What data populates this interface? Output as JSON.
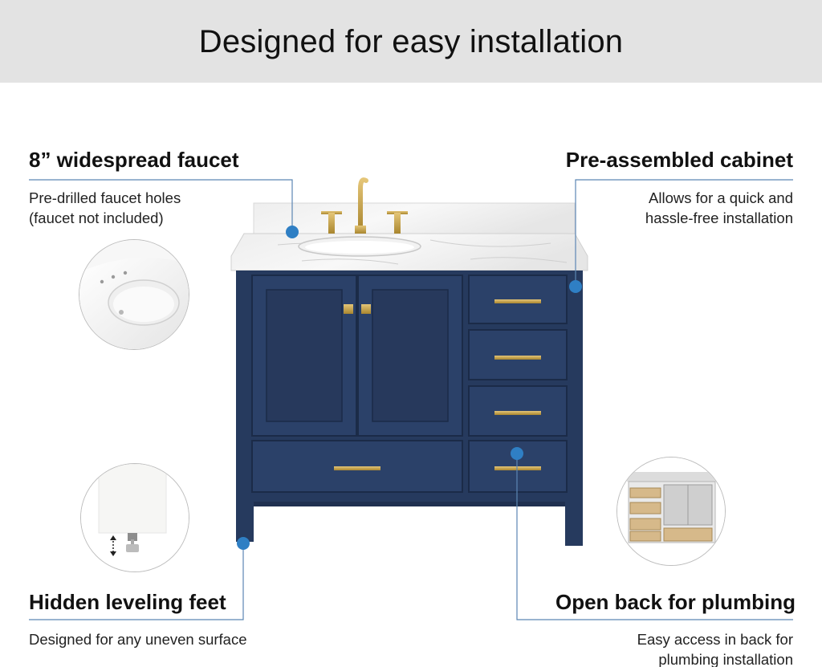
{
  "header": {
    "title": "Designed for easy installation"
  },
  "features": {
    "faucet": {
      "title": "8” widespread faucet",
      "line1": "Pre-drilled faucet holes",
      "line2": "(faucet not included)"
    },
    "cabinet": {
      "title": "Pre-assembled cabinet",
      "line1": "Allows for  a quick and",
      "line2": "hassle-free installation"
    },
    "feet": {
      "title": "Hidden leveling feet",
      "line1": "Designed for any uneven surface"
    },
    "back": {
      "title": "Open back for plumbing",
      "line1": "Easy access in back for",
      "line2": "plumbing installation"
    }
  },
  "colors": {
    "cabinet_navy": "#263a5e",
    "hardware_gold": "#c9a44a",
    "callout_blue": "#2f7fc4",
    "banner_gray": "#e3e3e3"
  }
}
